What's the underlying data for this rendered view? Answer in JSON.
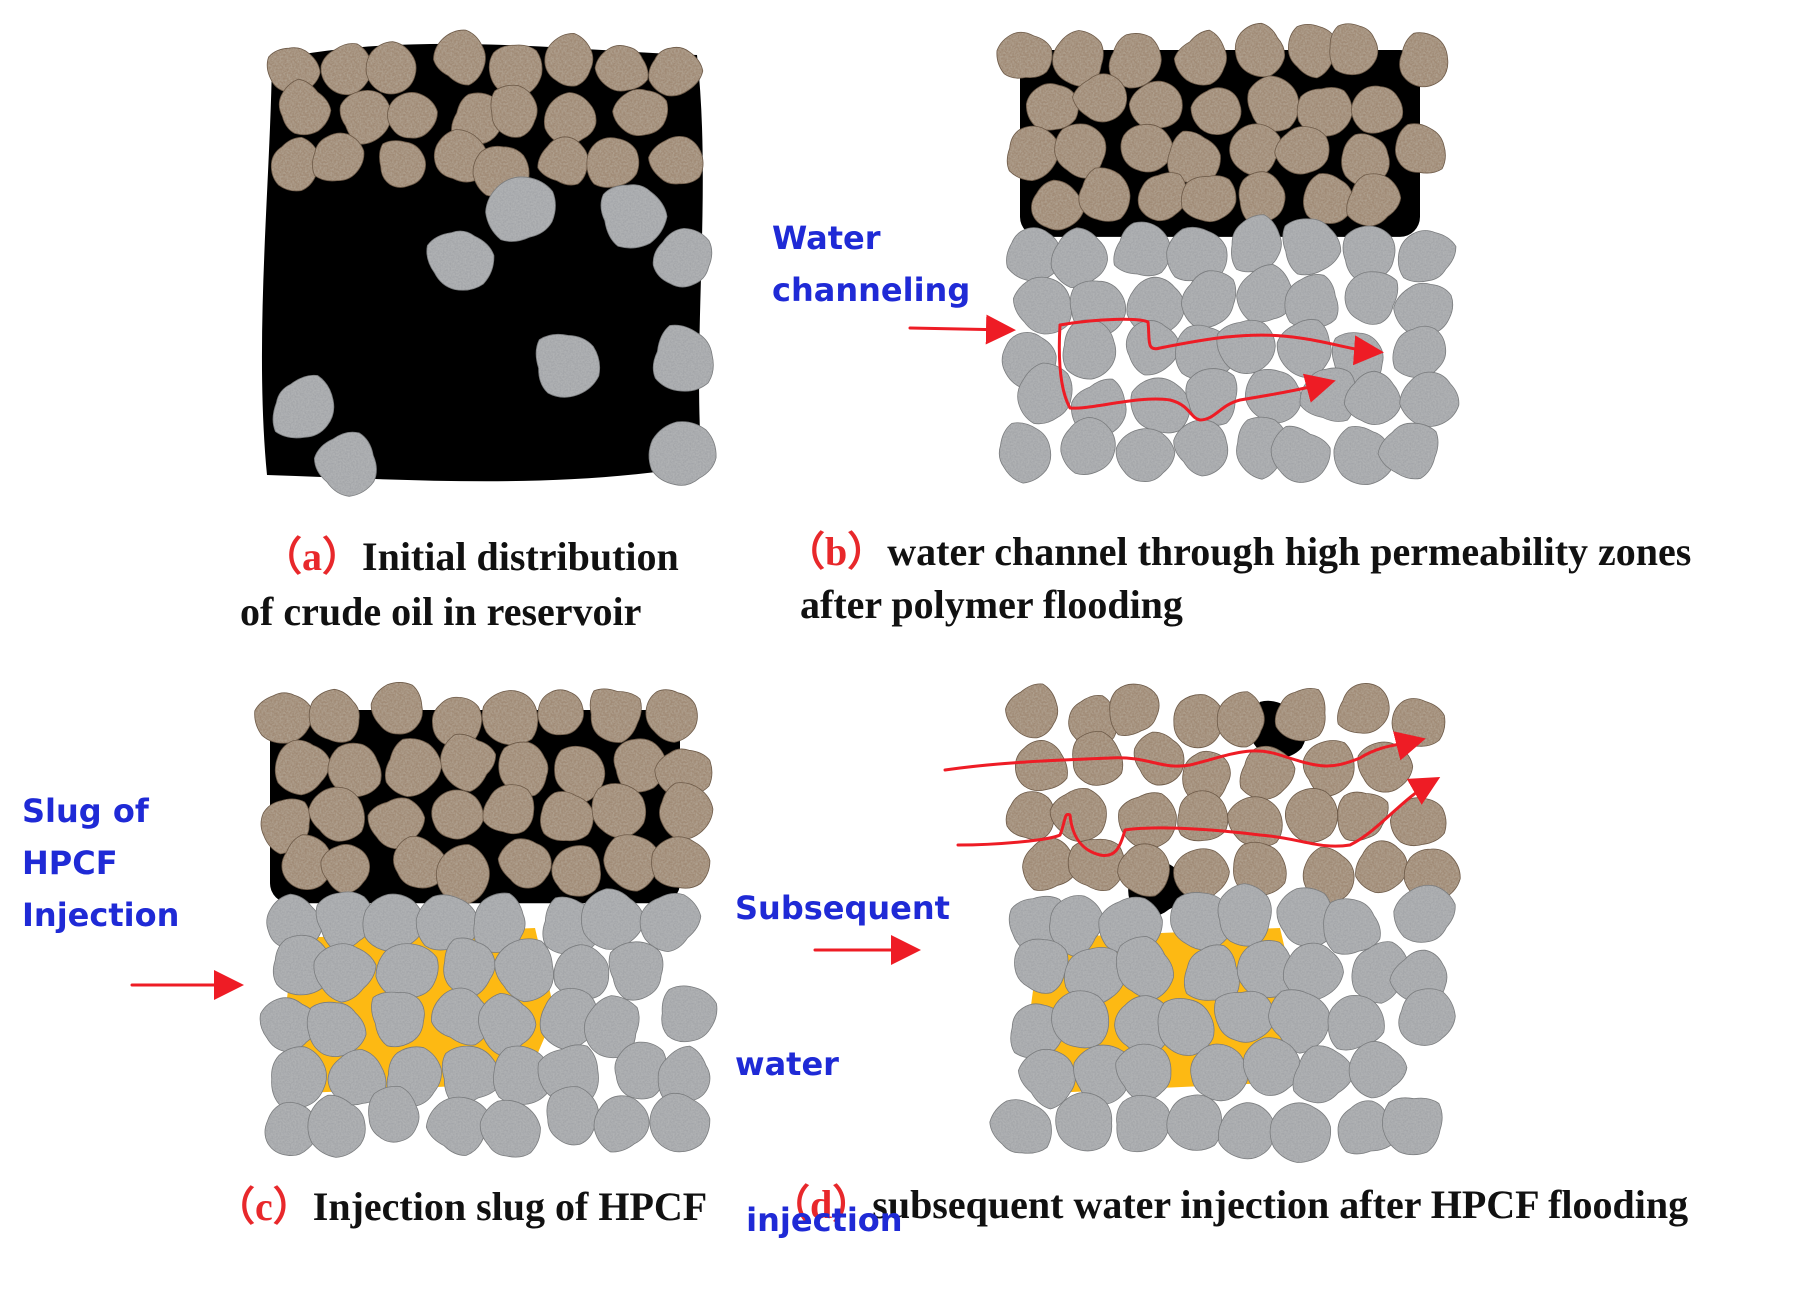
{
  "panels": [
    {
      "tag": "（a）",
      "caption_lines": [
        "Initial distribution",
        "of  crude oil in reservoir"
      ]
    },
    {
      "tag": "（b）",
      "caption_lines": [
        "water channel through high permeability zones",
        "after polymer flooding"
      ],
      "side_label": [
        "Water",
        "channeling"
      ]
    },
    {
      "tag": "（c）",
      "caption_lines": [
        "Injection slug of HPCF"
      ],
      "side_label": [
        "Slug of",
        "HPCF",
        "Injection"
      ]
    },
    {
      "tag": "（d）",
      "caption_lines": [
        "subsequent water injection after HPCF flooding"
      ],
      "side_label": [
        "Subsequent",
        "water",
        " injection"
      ]
    }
  ],
  "colors": {
    "oil": "#000000",
    "sandstone": "#9b8570",
    "rock": "#a7a9ab",
    "hpcf": "#fdb913",
    "flow_arrow": "#ee1c25",
    "label_blue": "#1f2ad6",
    "caption_tag": "#e8282b"
  }
}
